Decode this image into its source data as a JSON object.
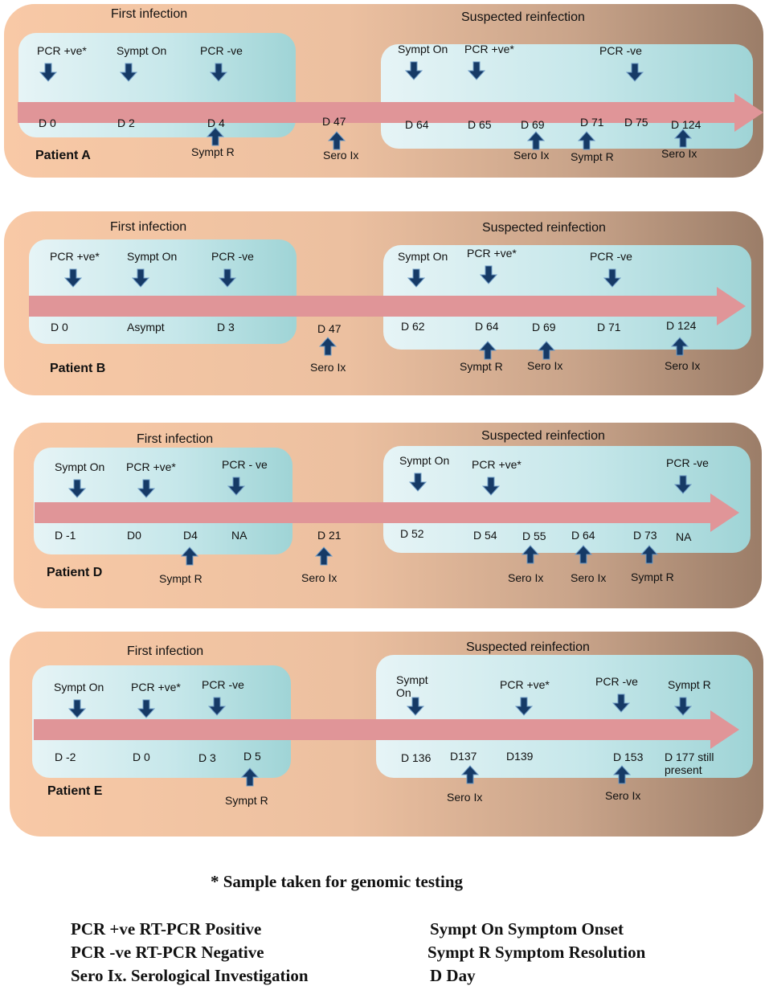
{
  "patients": [
    {
      "name": "Patient A",
      "first_title": "First infection",
      "second_title": "Suspected reinfection",
      "first_events": [
        {
          "top": "PCR +ve*",
          "day": "D 0"
        },
        {
          "top": "Sympt On",
          "day": "D 2"
        },
        {
          "top": "PCR -ve",
          "day": "D 4",
          "below": "Sympt R"
        }
      ],
      "between": {
        "day": "D 47",
        "below": "Sero Ix"
      },
      "second_events": [
        {
          "top": "Sympt On",
          "day": "D 64"
        },
        {
          "top": "PCR +ve*",
          "day": "D 65"
        },
        {
          "day": "D 69",
          "below": "Sero Ix"
        },
        {
          "day": "D 71",
          "below": "Sympt R"
        },
        {
          "top": "PCR -ve",
          "day": "D 75"
        },
        {
          "day": "D 124",
          "below": "Sero Ix"
        }
      ]
    },
    {
      "name": "Patient B",
      "first_title": "First infection",
      "second_title": "Suspected reinfection",
      "first_events": [
        {
          "top": "PCR +ve*",
          "day": "D 0"
        },
        {
          "top": "Sympt On",
          "day": "Asympt"
        },
        {
          "top": "PCR -ve",
          "day": "D 3"
        }
      ],
      "between": {
        "day": "D 47",
        "below": "Sero Ix"
      },
      "second_events": [
        {
          "top": "Sympt On",
          "day": "D 62"
        },
        {
          "top": "PCR +ve*",
          "day": "D 64",
          "below": "Sympt R"
        },
        {
          "day": "D 69",
          "below": "Sero Ix"
        },
        {
          "top": "PCR -ve",
          "day": "D 71"
        },
        {
          "day": "D 124",
          "below": "Sero Ix"
        }
      ]
    },
    {
      "name": "Patient D",
      "first_title": "First infection",
      "second_title": "Suspected reinfection",
      "first_events": [
        {
          "top": "Sympt On",
          "day": "D -1"
        },
        {
          "top": "PCR +ve*",
          "day": "D0"
        },
        {
          "day": "D4",
          "below": "Sympt R"
        },
        {
          "top": "PCR - ve",
          "day": "NA"
        }
      ],
      "between": {
        "day": "D 21",
        "below": "Sero Ix"
      },
      "second_events": [
        {
          "top": "Sympt On",
          "day": "D 52"
        },
        {
          "top": "PCR +ve*",
          "day": "D 54"
        },
        {
          "day": "D 55",
          "below": "Sero Ix"
        },
        {
          "day": "D 64",
          "below": "Sero Ix"
        },
        {
          "day": "D 73",
          "below": "Sympt R"
        },
        {
          "top": "PCR -ve",
          "day": "NA"
        }
      ]
    },
    {
      "name": "Patient E",
      "first_title": "First infection",
      "second_title": "Suspected reinfection",
      "first_events": [
        {
          "top": "Sympt On",
          "day": "D -2"
        },
        {
          "top": "PCR +ve*",
          "day": "D 0"
        },
        {
          "top": "PCR -ve",
          "day": "D 3"
        },
        {
          "day": "D 5",
          "below": "Sympt R"
        }
      ],
      "between": null,
      "second_events": [
        {
          "top": "Sympt On",
          "day": "D 136"
        },
        {
          "day": "D137",
          "below": "Sero Ix"
        },
        {
          "top": "PCR +ve*",
          "day": "D139"
        },
        {
          "top": "PCR -ve",
          "day": "D 153",
          "below": "Sero Ix"
        },
        {
          "top": "Sympt R",
          "day": "D 177 still present"
        }
      ]
    }
  ],
  "footnote": "* Sample taken for genomic testing",
  "legend": [
    {
      "abbr": "PCR +ve",
      "full": "RT-PCR Positive"
    },
    {
      "abbr": "PCR -ve",
      "full": "RT-PCR Negative"
    },
    {
      "abbr": "Sero Ix.",
      "full": "Serological Investigation"
    },
    {
      "abbr": "Sympt On",
      "full": "Symptom Onset"
    },
    {
      "abbr": "Sympt R",
      "full": "Symptom Resolution"
    },
    {
      "abbr": "D",
      "full": "Day"
    }
  ],
  "colors": {
    "arrow_fill": "#163a66",
    "timeline": "#e09598"
  }
}
